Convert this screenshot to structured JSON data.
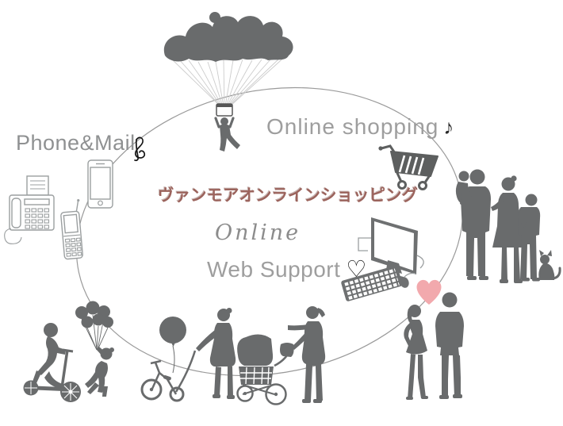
{
  "header": {
    "phone_mail_label": "Phone&Mail",
    "online_shopping_label": "Online shopping",
    "music_note": "♪"
  },
  "center": {
    "jp_title": "ヴァンモアオンラインショッピング",
    "script_word": "Online",
    "web_support_label": "Web Support",
    "heart_outline": "♡"
  },
  "icons": {
    "treble_clef": "treble-clef-icon",
    "shopping_cart": "shopping-cart-icon",
    "fax_machine": "fax-machine-icon",
    "smartphone": "smartphone-icon",
    "flip_phone": "flip-phone-icon",
    "parachute": "parachute-icon",
    "desktop_computer": "desktop-computer-icon",
    "pink_heart": "pink-heart-icon"
  },
  "colors": {
    "silhouette": "#696b6c",
    "outline": "#9b9fa0",
    "text_gray": "#9e9e9e",
    "phone_mail_gray": "#8f9192",
    "jp_red": "#9b635c",
    "script_gray": "#8c8c8c",
    "cart_gray": "#5d5f5f",
    "computer_gray": "#6e7071",
    "pink": "#f2a9ad",
    "ellipse_gray": "#9a9a9a",
    "dark_note": "#2b2b2b",
    "suspension_line": "#cccccc"
  }
}
